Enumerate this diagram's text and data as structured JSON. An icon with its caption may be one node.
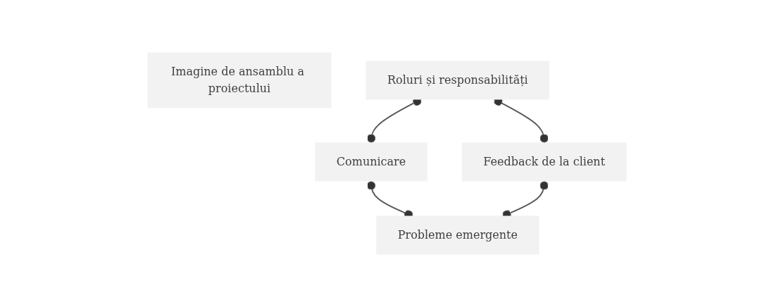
{
  "diagram": {
    "nodes": [
      {
        "text": [
          "Imagine de ansamblu a proiectului"
        ]
      },
      {
        "text": [
          "Roluri și responsabilități"
        ]
      },
      {
        "text": [
          "Comunicare"
        ]
      },
      {
        "text": [
          "Feedback de la client"
        ]
      },
      {
        "text": [
          "Probleme emergente"
        ]
      }
    ],
    "edges": [
      {
        "from": 1,
        "to": 2,
        "arrow": "other"
      },
      {
        "from": 1,
        "to": 3,
        "arrow": "other"
      },
      {
        "from": 2,
        "to": 4,
        "arrow": "other"
      },
      {
        "from": 3,
        "to": 4,
        "arrow": "other"
      }
    ]
  }
}
